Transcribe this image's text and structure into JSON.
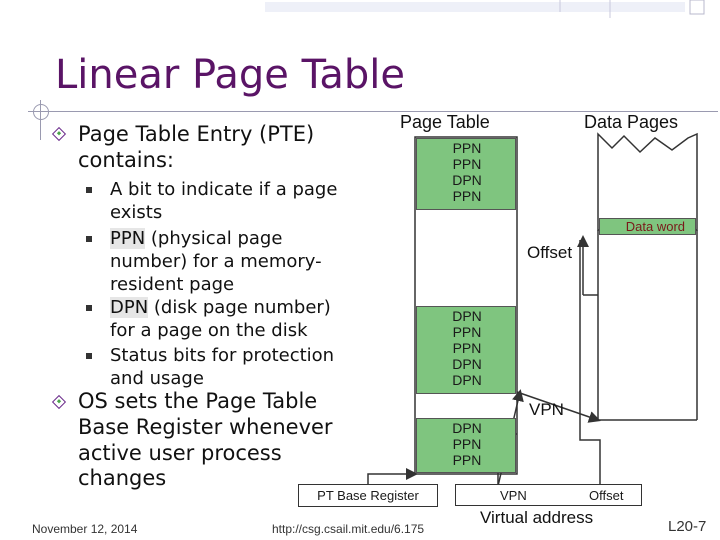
{
  "slide": {
    "title": "Linear Page Table",
    "bullets": [
      {
        "text_lines": [
          "Page Table Entry (PTE)",
          "contains:"
        ]
      },
      {
        "text_lines": [
          "OS sets the Page Table",
          "Base Register whenever",
          "active user process",
          "changes"
        ]
      }
    ],
    "sub_bullets": [
      {
        "lines": [
          "A bit to indicate if a page",
          "exists"
        ]
      },
      {
        "prefix": "PPN",
        "lines": [
          " (physical page",
          "number) for a memory-",
          "resident page"
        ]
      },
      {
        "prefix": "DPN",
        "lines": [
          " (disk page number)",
          "for a page on the disk"
        ]
      },
      {
        "lines": [
          "Status bits for protection",
          "and usage"
        ]
      }
    ]
  },
  "diagram": {
    "page_table_label": "Page Table",
    "data_pages_label": "Data Pages",
    "pt_block1": [
      "PPN",
      "PPN",
      "DPN",
      "PPN"
    ],
    "pt_block2": [
      "DPN",
      "PPN",
      "PPN",
      "DPN",
      "DPN"
    ],
    "pt_block3": [
      "DPN",
      "PPN",
      "PPN"
    ],
    "data_word_label": "Data word",
    "offset_label": "Offset",
    "vpn_label": "VPN",
    "pt_base_register_label": "PT Base Register",
    "va_vpn_label": "VPN",
    "va_offset_label": "Offset",
    "virtual_address_label": "Virtual address",
    "colors": {
      "entry_fill": "#7fc57f",
      "data_word_fill": "#7fc57f",
      "title": "#5a1466"
    }
  },
  "footer": {
    "date": "November 12, 2014",
    "url": "http://csg.csail.mit.edu/6.175",
    "slide_no": "L20-7"
  }
}
